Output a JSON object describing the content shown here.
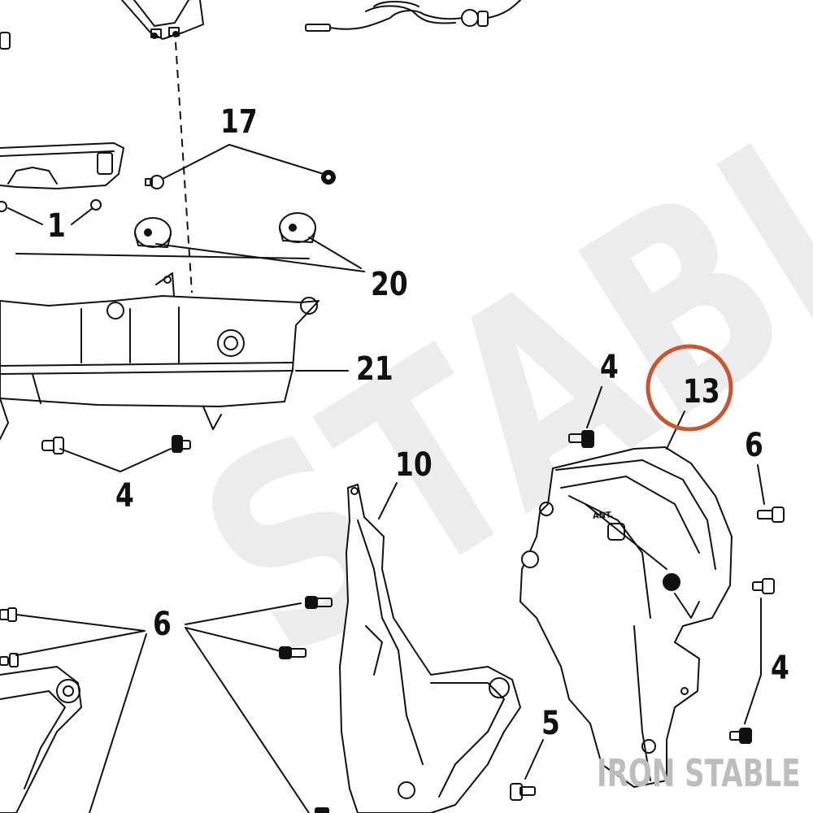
{
  "watermark": {
    "text": "STABLE"
  },
  "brand": {
    "text": "IRON STABLE"
  },
  "part_stamp": "ANT.",
  "highlight": {
    "callout": "13",
    "color": "#c8562e"
  },
  "callouts": {
    "c17": "17",
    "c1": "1",
    "c20": "20",
    "c21": "21",
    "c4_left": "4",
    "c4_top": "4",
    "c13": "13",
    "c6_right": "6",
    "c10": "10",
    "c6_left": "6",
    "c4_right": "4",
    "c5": "5"
  },
  "colors": {
    "line": "#111111",
    "watermark": "#ececec",
    "brand": "#bdbdbd"
  }
}
